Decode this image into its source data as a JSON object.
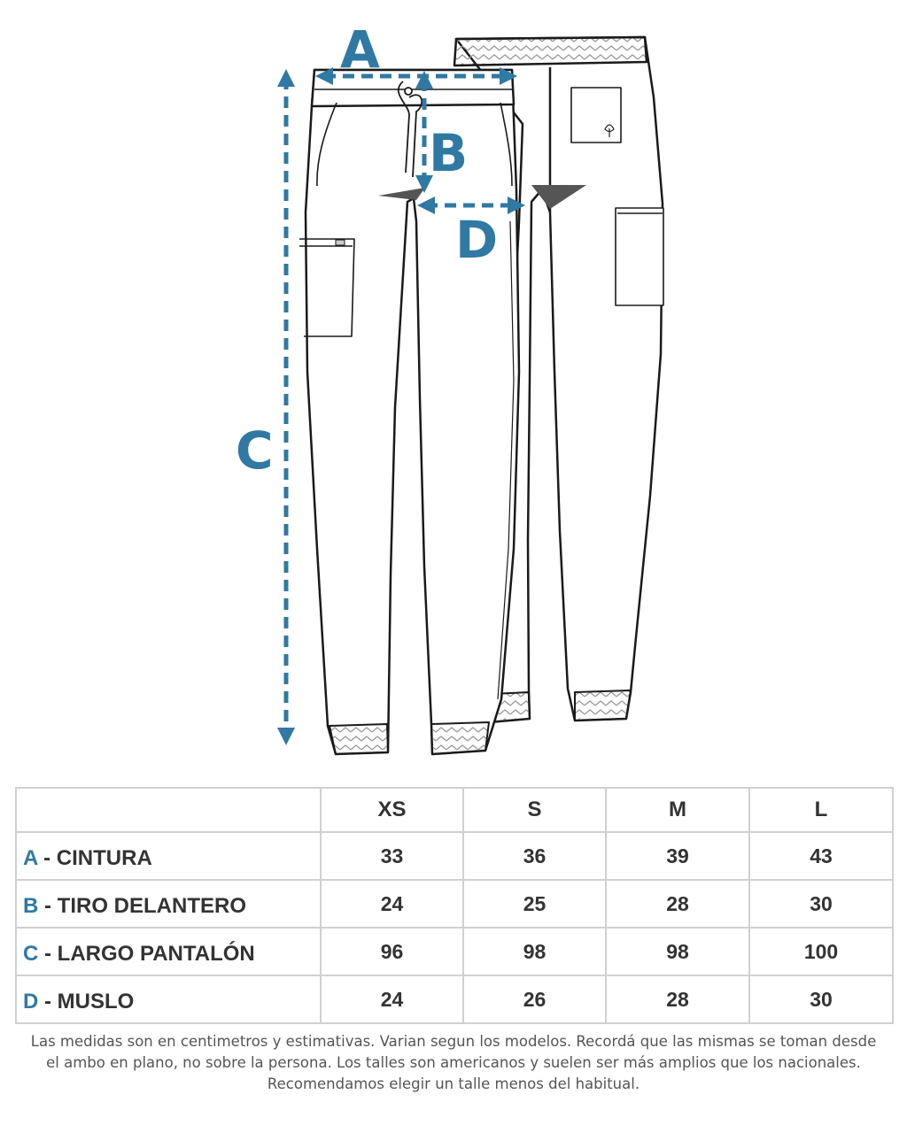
{
  "colors": {
    "accent": "#2f79a3",
    "outline": "#1a1a1a",
    "grid": "#d0d0d0",
    "text": "#333333",
    "note": "#555555"
  },
  "diagram": {
    "measure_labels": [
      "A",
      "B",
      "C",
      "D"
    ]
  },
  "table": {
    "headers": [
      "",
      "XS",
      "S",
      "M",
      "L"
    ],
    "rows": [
      {
        "letter": "A",
        "name": " - CINTURA",
        "values": [
          "33",
          "36",
          "39",
          "43"
        ]
      },
      {
        "letter": "B",
        "name": " - TIRO DELANTERO",
        "values": [
          "24",
          "25",
          "28",
          "30"
        ]
      },
      {
        "letter": "C",
        "name": " - LARGO PANTALÓN",
        "values": [
          "96",
          "98",
          "98",
          "100"
        ]
      },
      {
        "letter": "D",
        "name": " - MUSLO",
        "values": [
          "24",
          "26",
          "28",
          "30"
        ]
      }
    ]
  },
  "footnote": "Las medidas son en centimetros y estimativas. Varian segun los modelos. Recordá que las mismas se toman desde el ambo en plano, no sobre la persona. Los talles son americanos y suelen ser más amplios que los nacionales. Recomendamos elegir un talle menos del habitual."
}
